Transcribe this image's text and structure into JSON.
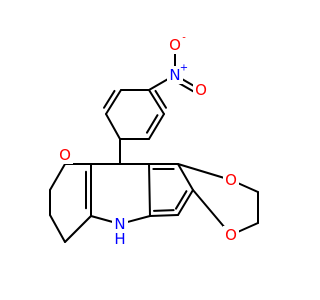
{
  "molecule": {
    "atoms": {
      "nitro_n": {
        "symbol": "N",
        "charge": "+",
        "color": "#0000ff"
      },
      "nitro_o_top": {
        "symbol": "O",
        "charge": "-",
        "color": "#ff0000"
      },
      "nitro_o_right": {
        "symbol": "O",
        "color": "#ff0000"
      },
      "ketone_o": {
        "symbol": "O",
        "color": "#ff0000"
      },
      "ether_o_top": {
        "symbol": "O",
        "color": "#ff0000"
      },
      "ether_o_bottom": {
        "symbol": "O",
        "color": "#ff0000"
      },
      "amine_n": {
        "symbol": "N",
        "color": "#0000ff"
      },
      "amine_h": {
        "symbol": "H",
        "color": "#0000ff"
      }
    },
    "bond_color": "#000000"
  }
}
